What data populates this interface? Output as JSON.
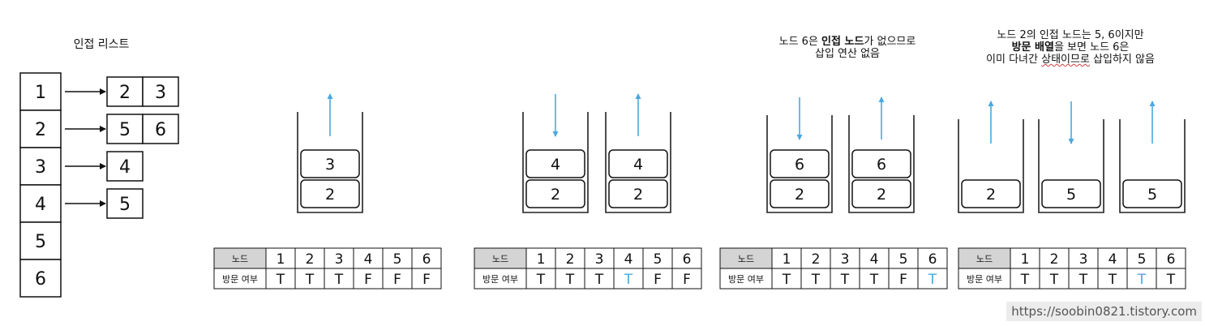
{
  "adjacency": {
    "title": "인접 리스트",
    "nodes": [
      "1",
      "2",
      "3",
      "4",
      "5",
      "6"
    ],
    "neighbors": [
      [
        "2",
        "3"
      ],
      [
        "5",
        "6"
      ],
      [
        "4"
      ],
      [
        "5"
      ],
      [],
      []
    ]
  },
  "captions": {
    "step3": {
      "l1_a": "노드 6은 ",
      "l1_b": "인접 노드",
      "l1_c": "가 없으므로",
      "l2": "삽입 연산 없음"
    },
    "step4": {
      "l1": "노드 2의 인접 노드는 5, 6이지만",
      "l2_a": "방문 배열",
      "l2_b": "을 보면 노드 6은",
      "l3_a": "이미 다녀간 ",
      "l3_b": "상태이므로",
      "l3_c": " 삽입하지 않음"
    }
  },
  "stacks": [
    {
      "arrow": "up",
      "items": [
        "2",
        "3"
      ]
    },
    {
      "arrow": "down",
      "items": [
        "2",
        "4"
      ]
    },
    {
      "arrow": "up",
      "items": [
        "2",
        "4"
      ]
    },
    {
      "arrow": "down",
      "items": [
        "2",
        "6"
      ]
    },
    {
      "arrow": "up",
      "items": [
        "2",
        "6"
      ]
    },
    {
      "arrow": "up",
      "items": [
        "2"
      ]
    },
    {
      "arrow": "down",
      "items": [
        "5"
      ]
    },
    {
      "arrow": "up",
      "items": [
        "5"
      ]
    }
  ],
  "visit_tables": [
    {
      "header_label": "노드",
      "row_label": "방문 여부",
      "nodes": [
        "1",
        "2",
        "3",
        "4",
        "5",
        "6"
      ],
      "values": [
        "T",
        "T",
        "T",
        "F",
        "F",
        "F"
      ],
      "highlight": []
    },
    {
      "header_label": "노드",
      "row_label": "방문 여부",
      "nodes": [
        "1",
        "2",
        "3",
        "4",
        "5",
        "6"
      ],
      "values": [
        "T",
        "T",
        "T",
        "T",
        "F",
        "F"
      ],
      "highlight": [
        3
      ]
    },
    {
      "header_label": "노드",
      "row_label": "방문 여부",
      "nodes": [
        "1",
        "2",
        "3",
        "4",
        "5",
        "6"
      ],
      "values": [
        "T",
        "T",
        "T",
        "T",
        "F",
        "T"
      ],
      "highlight": [
        5
      ]
    },
    {
      "header_label": "노드",
      "row_label": "방문 여부",
      "nodes": [
        "1",
        "2",
        "3",
        "4",
        "5",
        "6"
      ],
      "values": [
        "T",
        "T",
        "T",
        "T",
        "T",
        "T"
      ],
      "highlight": [
        4
      ]
    }
  ],
  "colors": {
    "arrow": "#4aa8e0",
    "highlight": "#4aa8e0",
    "header_fill": "#d4d4d4"
  },
  "watermark": "https://soobin0821.tistory.com"
}
